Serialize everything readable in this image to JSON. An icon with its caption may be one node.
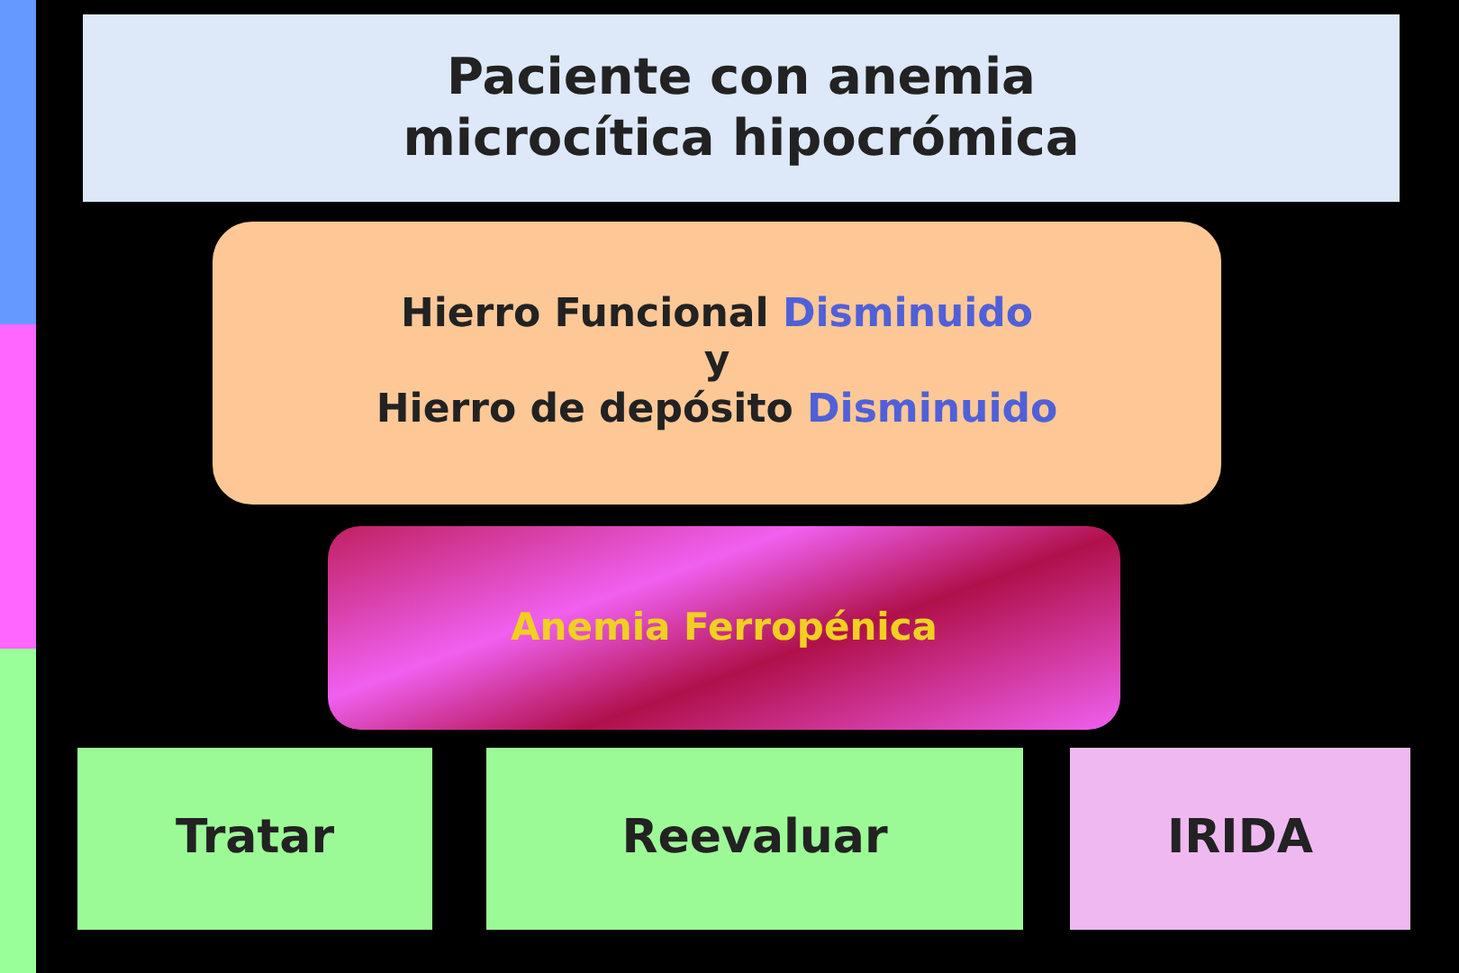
{
  "diagram": {
    "nodes": [
      {
        "text": [
          "Paciente con anemia microcítica hipocrómica"
        ]
      },
      {
        "text": [
          "Hierro Funcional Disminuido",
          "y",
          "Hierro de depósito Disminuido"
        ]
      },
      {
        "text": [
          "Anemia Ferropénica"
        ]
      },
      {
        "text": [
          "Tratar"
        ]
      },
      {
        "text": [
          "Reevaluar"
        ]
      },
      {
        "text": [
          "IRIDA"
        ]
      }
    ]
  }
}
